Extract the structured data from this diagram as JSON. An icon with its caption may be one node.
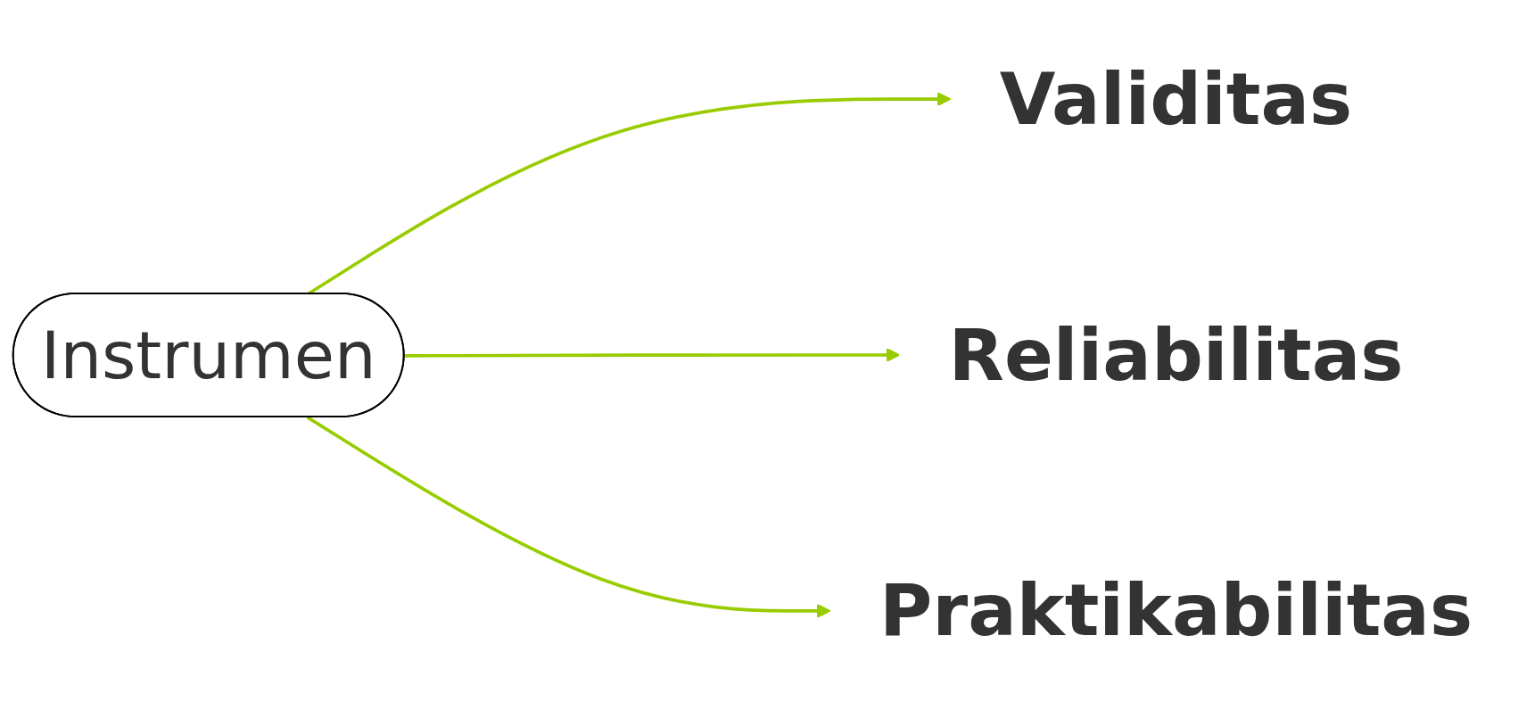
{
  "diagram": {
    "nodes": [
      {
        "text": [
          "Instrumen"
        ]
      },
      {
        "text": [
          "Validitas"
        ]
      },
      {
        "text": [
          "Reliabilitas"
        ]
      },
      {
        "text": [
          "Praktikabilitas"
        ]
      }
    ],
    "edges": [
      {
        "from": 0,
        "to": 1,
        "arrow": "to",
        "color": "#99cc00"
      },
      {
        "from": 0,
        "to": 2,
        "arrow": "to",
        "color": "#99cc00"
      },
      {
        "from": 0,
        "to": 3,
        "arrow": "to",
        "color": "#99cc00"
      }
    ]
  }
}
